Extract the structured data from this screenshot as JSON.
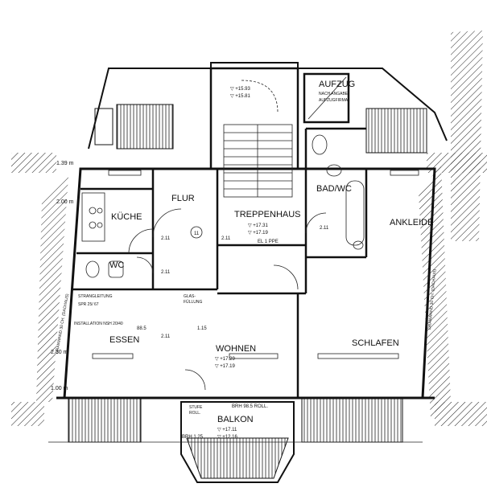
{
  "rooms": {
    "aufzug": "AUFZUG",
    "aufzug_note_1": "NACH ANGABE",
    "aufzug_note_2": "AUFZUGFIRMA",
    "flur": "FLUR",
    "treppenhaus": "TREPPENHAUS",
    "bad_wc": "BAD/WC",
    "kueche": "KÜCHE",
    "wc": "WC",
    "ankleide": "ANKLEIDE",
    "essen": "ESSEN",
    "wohnen": "WOHNEN",
    "schlafen": "SCHLAFEN",
    "balkon": "BALKON"
  },
  "levels": {
    "top_1": "▽ +15.93",
    "top_2": "▽ +15.81",
    "stair_1": "▽ +17.31",
    "stair_2": "▽ +17.19",
    "wohnen_1": "▽ +17.29",
    "wohnen_2": "▽ +17.19",
    "balkon_1": "▽ +17.11",
    "balkon_2": "▽ +12.16"
  },
  "dimensions": {
    "h1": "1.39 m",
    "h2": "2.00 m",
    "h3": "2.30 m",
    "h4": "1.00 m",
    "d211a": "2.11",
    "d211b": "2.11",
    "d211c": "2.11",
    "d211d": "2.11",
    "d211e": "2.11",
    "d115": "1.15",
    "door88": "88.5",
    "brh": "BRH 98.5 ROLL.",
    "brh2": "BRH 1.25",
    "stair_note": "EL 1 PPE",
    "door_label": "11",
    "glas": "GLAS-",
    "glas2": "FÜLLUNG",
    "kuehl": "STRANGLEITUNG",
    "kuehl2": "SPR 25/ 67",
    "install": "INSTALLATION NSH 20/40",
    "rolladen": "ROLL.",
    "stufe": "STUFE",
    "dachausbau_left": "DRANWAND 30 CH. (DACHAUS)",
    "dachausbau_right": "DRANWAND 30 CH. (DACHAUS)"
  }
}
